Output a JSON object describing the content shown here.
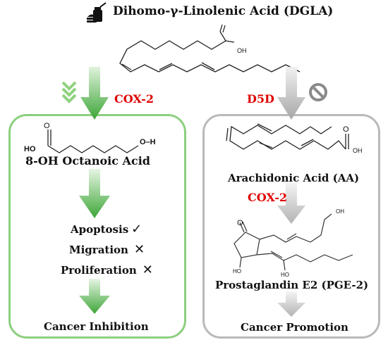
{
  "top": {
    "title": "Dihomo-γ-Linolenic Acid (DGLA)",
    "top_oh_label": "OH"
  },
  "enzymes": {
    "left": "COX-2",
    "right": "D5D",
    "right_second": "COX-2"
  },
  "left_panel": {
    "ho_label": "HO",
    "oh_label": "O–H",
    "compound": "8-OH Octanoic Acid",
    "effects": [
      {
        "label": "Apoptosis",
        "mark": "✓"
      },
      {
        "label": "Migration",
        "mark": "✕"
      },
      {
        "label": "Proliferation",
        "mark": "✕"
      }
    ],
    "outcome": "Cancer Inhibition"
  },
  "right_panel": {
    "aa_oh_label": "OH",
    "compound_1": "Arachidonic Acid (AA)",
    "pge_oh_label": "OH",
    "pge_ho_1": "HO",
    "pge_ho_2": "HO",
    "compound_2": "Prostaglandin E2 (PGE-2)",
    "outcome": "Cancer Promotion"
  },
  "colors": {
    "green_border": "#8ccf7f",
    "green_arrow": "#3ea638",
    "gray_border": "#b9b9b9",
    "gray_arrow": "#a7a7a7",
    "enzyme_red": "#e00000"
  },
  "icons": {
    "food": "food-icon",
    "down_chevrons": "double-chevron-down-icon",
    "prohibited": "prohibited-icon"
  }
}
